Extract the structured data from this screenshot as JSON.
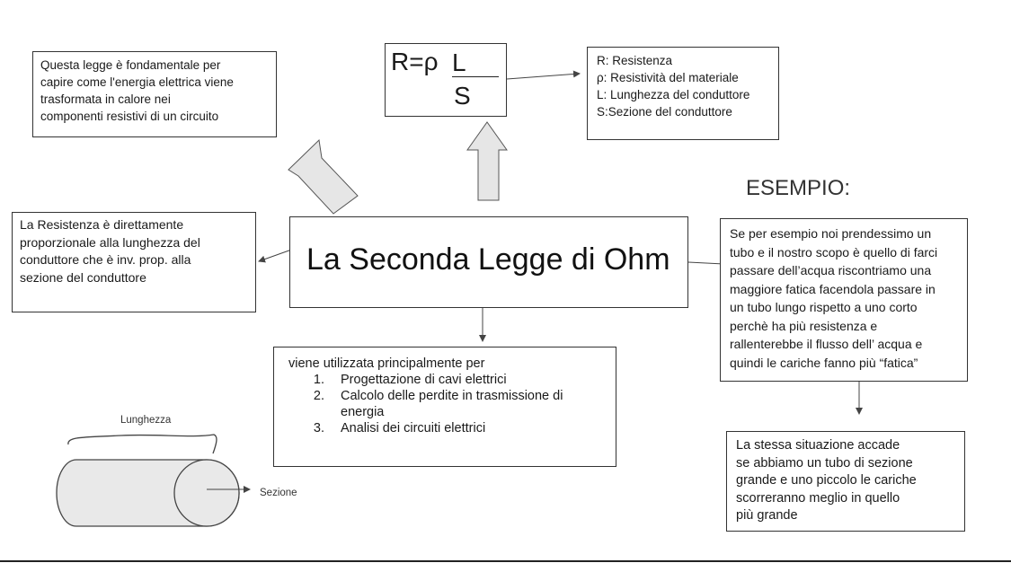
{
  "title": "La Seconda Legge di Ohm",
  "formula": {
    "prefix": "R=ρ",
    "numerator": "L",
    "denominator": "S"
  },
  "legend": [
    "R: Resistenza",
    "ρ: Resistività del materiale",
    "L: Lunghezza del conduttore",
    "S:Sezione del conduttore"
  ],
  "importance": "Questa legge è fondamentale per\ncapire come l'energia elettrica viene\ntrasformata in calore nei\ncomponenti resistivi di un circuito",
  "proportionality": "La Resistenza è direttamente\nproporzionale alla lunghezza del\nconduttore che è inv. prop. alla\nsezione del conduttore",
  "example": {
    "label": "ESEMPIO:",
    "text": "Se per esempio noi prendessimo un\ntubo e il nostro scopo è quello di farci\npassare dell’acqua riscontriamo una\nmaggiore fatica facendola passare in\nun tubo lungo rispetto a uno corto\nperchè ha più resistenza e\nrallenterebbe il flusso dell’ acqua e\nquindi le cariche fanno più “fatica”"
  },
  "uses": {
    "intro": "viene utilizzata principalmente per",
    "items": [
      "Progettazione di cavi elettrici",
      "Calcolo delle perdite in trasmissione di energia",
      "Analisi dei circuiti elettrici"
    ]
  },
  "same_situation": "La stessa situazione accade\nse abbiamo un tubo di sezione\ngrande e uno piccolo le cariche\nscorreranno meglio in quello\npiù grande",
  "cylinder": {
    "length_label": "Lunghezza",
    "section_label": "Sezione"
  }
}
